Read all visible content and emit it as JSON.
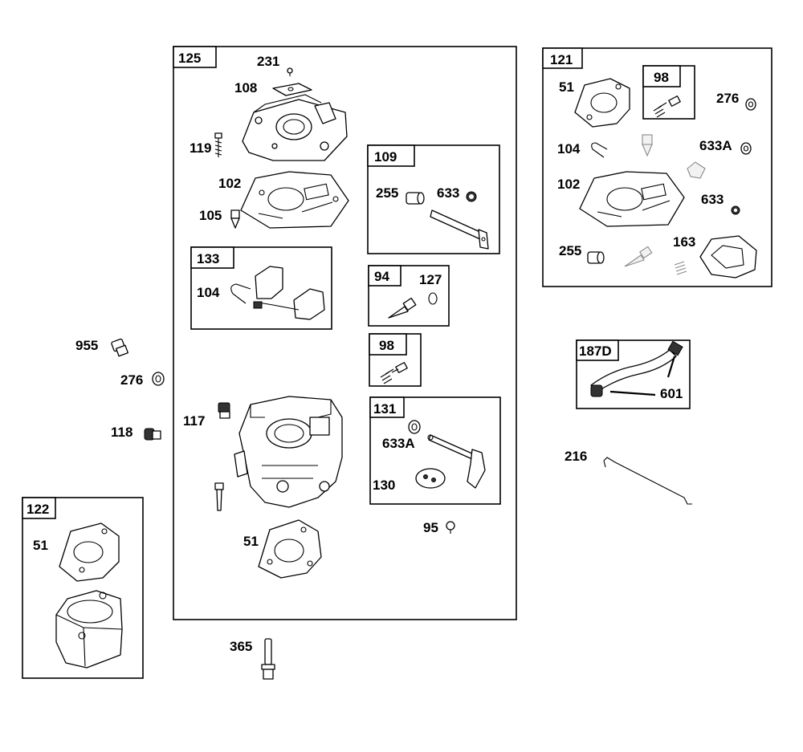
{
  "groups": {
    "g125": "125",
    "g109": "109",
    "g133": "133",
    "g94": "94",
    "g98": "98",
    "g131": "131",
    "g121": "121",
    "g121_98": "98",
    "g187d": "187D",
    "g122": "122"
  },
  "labels": {
    "l231": "231",
    "l108": "108",
    "l119": "119",
    "l102": "102",
    "l105": "105",
    "l255": "255",
    "l633": "633",
    "l104": "104",
    "l127": "127",
    "l117": "117",
    "l633a": "633A",
    "l130": "130",
    "l95": "95",
    "l51": "51",
    "l955": "955",
    "l276": "276",
    "l118": "118",
    "l122_51": "51",
    "l365": "365",
    "l121_51": "51",
    "l121_276": "276",
    "l121_104": "104",
    "l121_633a": "633A",
    "l121_102": "102",
    "l121_633": "633",
    "l121_255": "255",
    "l163": "163",
    "l601": "601",
    "l216": "216"
  },
  "colors": {
    "line": "#000000",
    "background": "#ffffff",
    "ghost": "#888888"
  }
}
